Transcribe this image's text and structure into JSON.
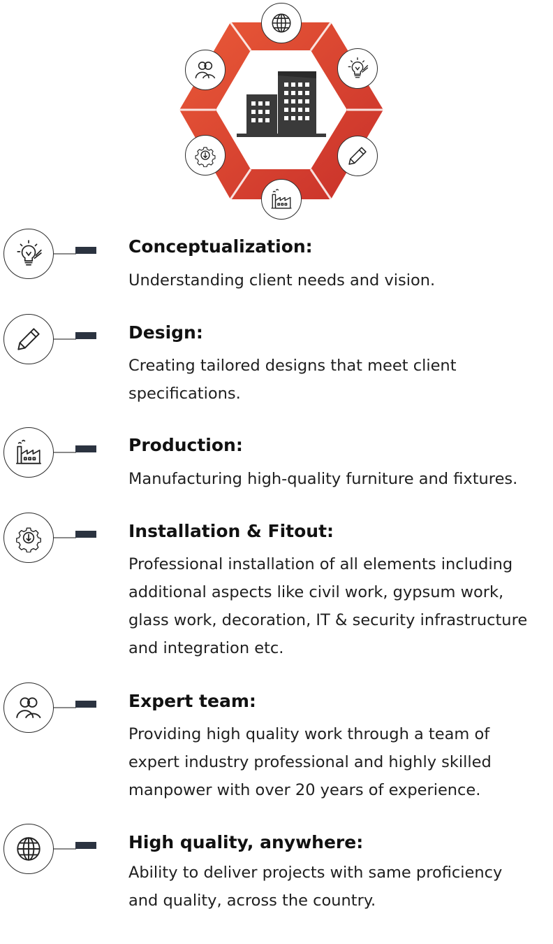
{
  "diagram": {
    "center_icon": "office-buildings-icon",
    "ring_color": "#d9442f",
    "ring_icons": [
      "globe-icon",
      "lightbulb-icon",
      "pencil-icon",
      "factory-icon",
      "gear-download-icon",
      "team-icon"
    ]
  },
  "steps": [
    {
      "icon": "lightbulb-icon",
      "title": "Conceptualization:",
      "text": "Understanding client needs and vision."
    },
    {
      "icon": "pencil-icon",
      "title": "Design:",
      "text": "Creating tailored designs that meet client specifications."
    },
    {
      "icon": "factory-icon",
      "title": "Production:",
      "text": "Manufacturing high-quality furniture and fixtures."
    },
    {
      "icon": "gear-download-icon",
      "title": "Installation & Fitout:",
      "text": "Professional installation of all elements including additional aspects like civil work, gypsum work, glass work, decoration, IT & security infrastructure and integration etc."
    },
    {
      "icon": "team-icon",
      "title": "Expert team:",
      "text": "Providing high quality work through a team of expert industry professional and highly skilled manpower with over 20 years of experience."
    },
    {
      "icon": "globe-icon",
      "title": "High quality, anywhere:",
      "text": "Ability to deliver projects with same proficiency and quality, across the country."
    }
  ]
}
